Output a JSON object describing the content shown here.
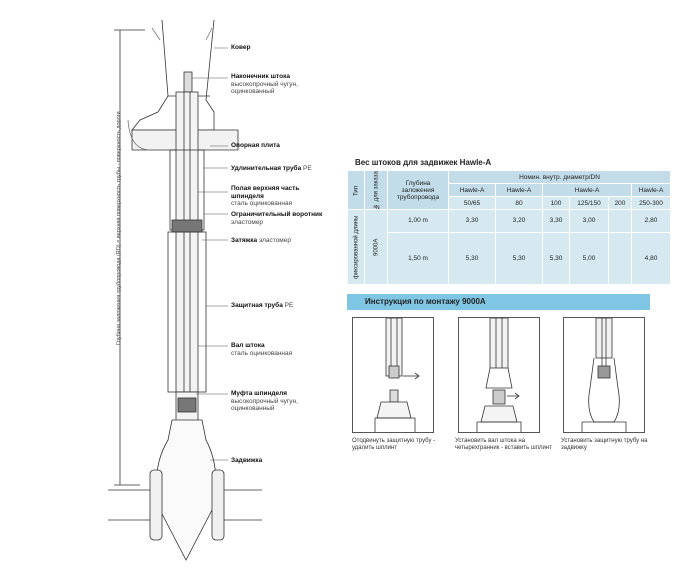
{
  "diagram": {
    "vertical_label": "Глубина заложения трубопровода (RD) = верхняя поверхность трубы - поверхность дороги",
    "labels": {
      "cover": "Ковер",
      "stem_tip": "Наконечник штока",
      "stem_tip_sub": "высокопрочный чугун, оцинкованный",
      "support_plate": "Опорная плита",
      "extension_pipe": "Удлинительная труба",
      "extension_pipe_sub": "PE",
      "hollow_spindle": "Полая верхняя часть шпинделя",
      "hollow_spindle_sub": "сталь оцинкованная",
      "limit_collar": "Ограничительный воротник",
      "limit_collar_sub": "эластомер",
      "tightening": "Затяжка",
      "tightening_sub": "эластомер",
      "protective_pipe": "Защитная труба",
      "protective_pipe_sub": "PE",
      "stem_shaft": "Вал штока",
      "stem_shaft_sub": "сталь оцинкованная",
      "spindle_coupling": "Муфта шпинделя",
      "spindle_coupling_sub": "высокопрочный чугун, оцинкованный",
      "valve": "Задвижка"
    }
  },
  "weights_table": {
    "title": "Вес штоков для задвижек Hawle-A",
    "col_type": "Тип",
    "col_order": "№ для заказа",
    "col_depth": "Глубина заложения трубопровода",
    "col_dn": "Номин. внутр. диаметр/DN",
    "brand_headers": [
      "Hawle-A",
      "Hawle-A",
      "Hawle-A",
      "Hawle-A"
    ],
    "dn_headers": [
      "50/65",
      "80",
      "100",
      "125/150",
      "200",
      "250-300"
    ],
    "type_value": "фиксированной длины",
    "order_value": "9000A",
    "rows": [
      {
        "depth": "1,00 m",
        "values": [
          "3,30",
          "3,20",
          "3,30",
          "3,00",
          "",
          "2,80"
        ]
      },
      {
        "depth": "1,50 m",
        "values": [
          "5,30",
          "5,30",
          "5,30",
          "5,00",
          "",
          "4,80"
        ]
      }
    ]
  },
  "instructions": {
    "title": "Инструкция по монтажу 9000A",
    "steps": [
      {
        "caption": "Отодвинуть защитную трубу - удалить шплинт"
      },
      {
        "caption": "Установить вал штока на четырехгранник - вставить шплинт"
      },
      {
        "caption": "Установить защитную трубу на задвижку"
      }
    ]
  },
  "colors": {
    "table_bg": "#d6e9f1",
    "bar": "#7fc6e4"
  }
}
